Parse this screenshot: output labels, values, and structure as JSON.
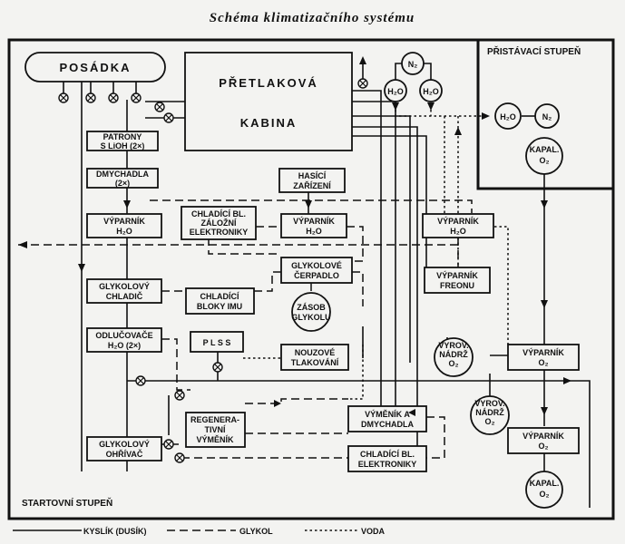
{
  "title": "Schéma klimatizačního systému",
  "sections": {
    "landing": "PŘISTÁVACÍ STUPEŇ",
    "launch": "STARTOVNÍ STUPEŇ"
  },
  "crew": "POSÁDKA",
  "cabin": {
    "line1": "PŘETLAKOVÁ",
    "line2": "KABINA"
  },
  "components": {
    "patrony": [
      "PATRONY",
      "S LiOH (2×)"
    ],
    "dmychadla": [
      "DMYCHADLA",
      "(2×)"
    ],
    "vyparnik_h2o_left": [
      "VÝPARNÍK",
      "H₂O"
    ],
    "glykolovy_chladic": [
      "GLYKOLOVÝ",
      "CHLADIČ"
    ],
    "odlucovace": [
      "ODLUČOVAČE",
      "H₂O  (2×)"
    ],
    "glykolovy_ohrivac": [
      "GLYKOLOVÝ",
      "OHŘÍVAČ"
    ],
    "chladici_zalozni": [
      "CHLADÍCÍ BL.",
      "ZÁLOŽNÍ",
      "ELEKTRONIKY"
    ],
    "hasici": [
      "HASÍCÍ",
      "ZAŘÍZENÍ"
    ],
    "vyparnik_h2o_mid": [
      "VÝPARNÍK",
      "H₂O"
    ],
    "glykolove_cerpadlo": [
      "GLYKOLOVÉ",
      "ČERPADLO"
    ],
    "chladici_imu": [
      "CHLADÍCÍ",
      "BLOKY IMU"
    ],
    "zasob_glykolu": [
      "ZÁSOB",
      "GLYKOLU"
    ],
    "plss": "P L S S",
    "nouzove": [
      "NOUZOVÉ",
      "TLAKOVÁNÍ"
    ],
    "regeneracni": [
      "REGENERA-",
      "TIVNÍ",
      "VÝMĚNÍK"
    ],
    "vymenik_dmychadla": [
      "VÝMĚNÍK  A",
      "DMYCHADLA"
    ],
    "chladici_elektroniky": [
      "CHLADÍCÍ BL.",
      "ELEKTRONIKY"
    ],
    "vyparnik_h2o_right": [
      "VÝPARNÍK",
      "H₂O"
    ],
    "vyparnik_freonu": [
      "VÝPARNÍK",
      "FREONU"
    ],
    "vyparnik_o2_upper": [
      "VÝPARNÍK",
      "O₂"
    ],
    "vyparnik_o2_lower": [
      "VÝPARNÍK",
      "O₂"
    ],
    "vyrov_nadrz_1": [
      "VYROV.",
      "NÁDRŽ",
      "O₂"
    ],
    "vyrov_nadrz_2": [
      "VYROV.",
      "NÁDRŽ",
      "O₂"
    ],
    "kapal_upper": [
      "KAPAL.",
      "O₂"
    ],
    "kapal_lower": [
      "KAPAL.",
      "O₂"
    ],
    "n2_top": "N₂",
    "h2o_tank_1": "H₂O",
    "h2o_tank_2": "H₂O",
    "h2o_landing": "H₂O",
    "n2_landing": "N₂"
  },
  "legend": {
    "oxygen": "KYSLÍK  (DUSÍK)",
    "glycol": "GLYKOL",
    "water": "VODA"
  }
}
